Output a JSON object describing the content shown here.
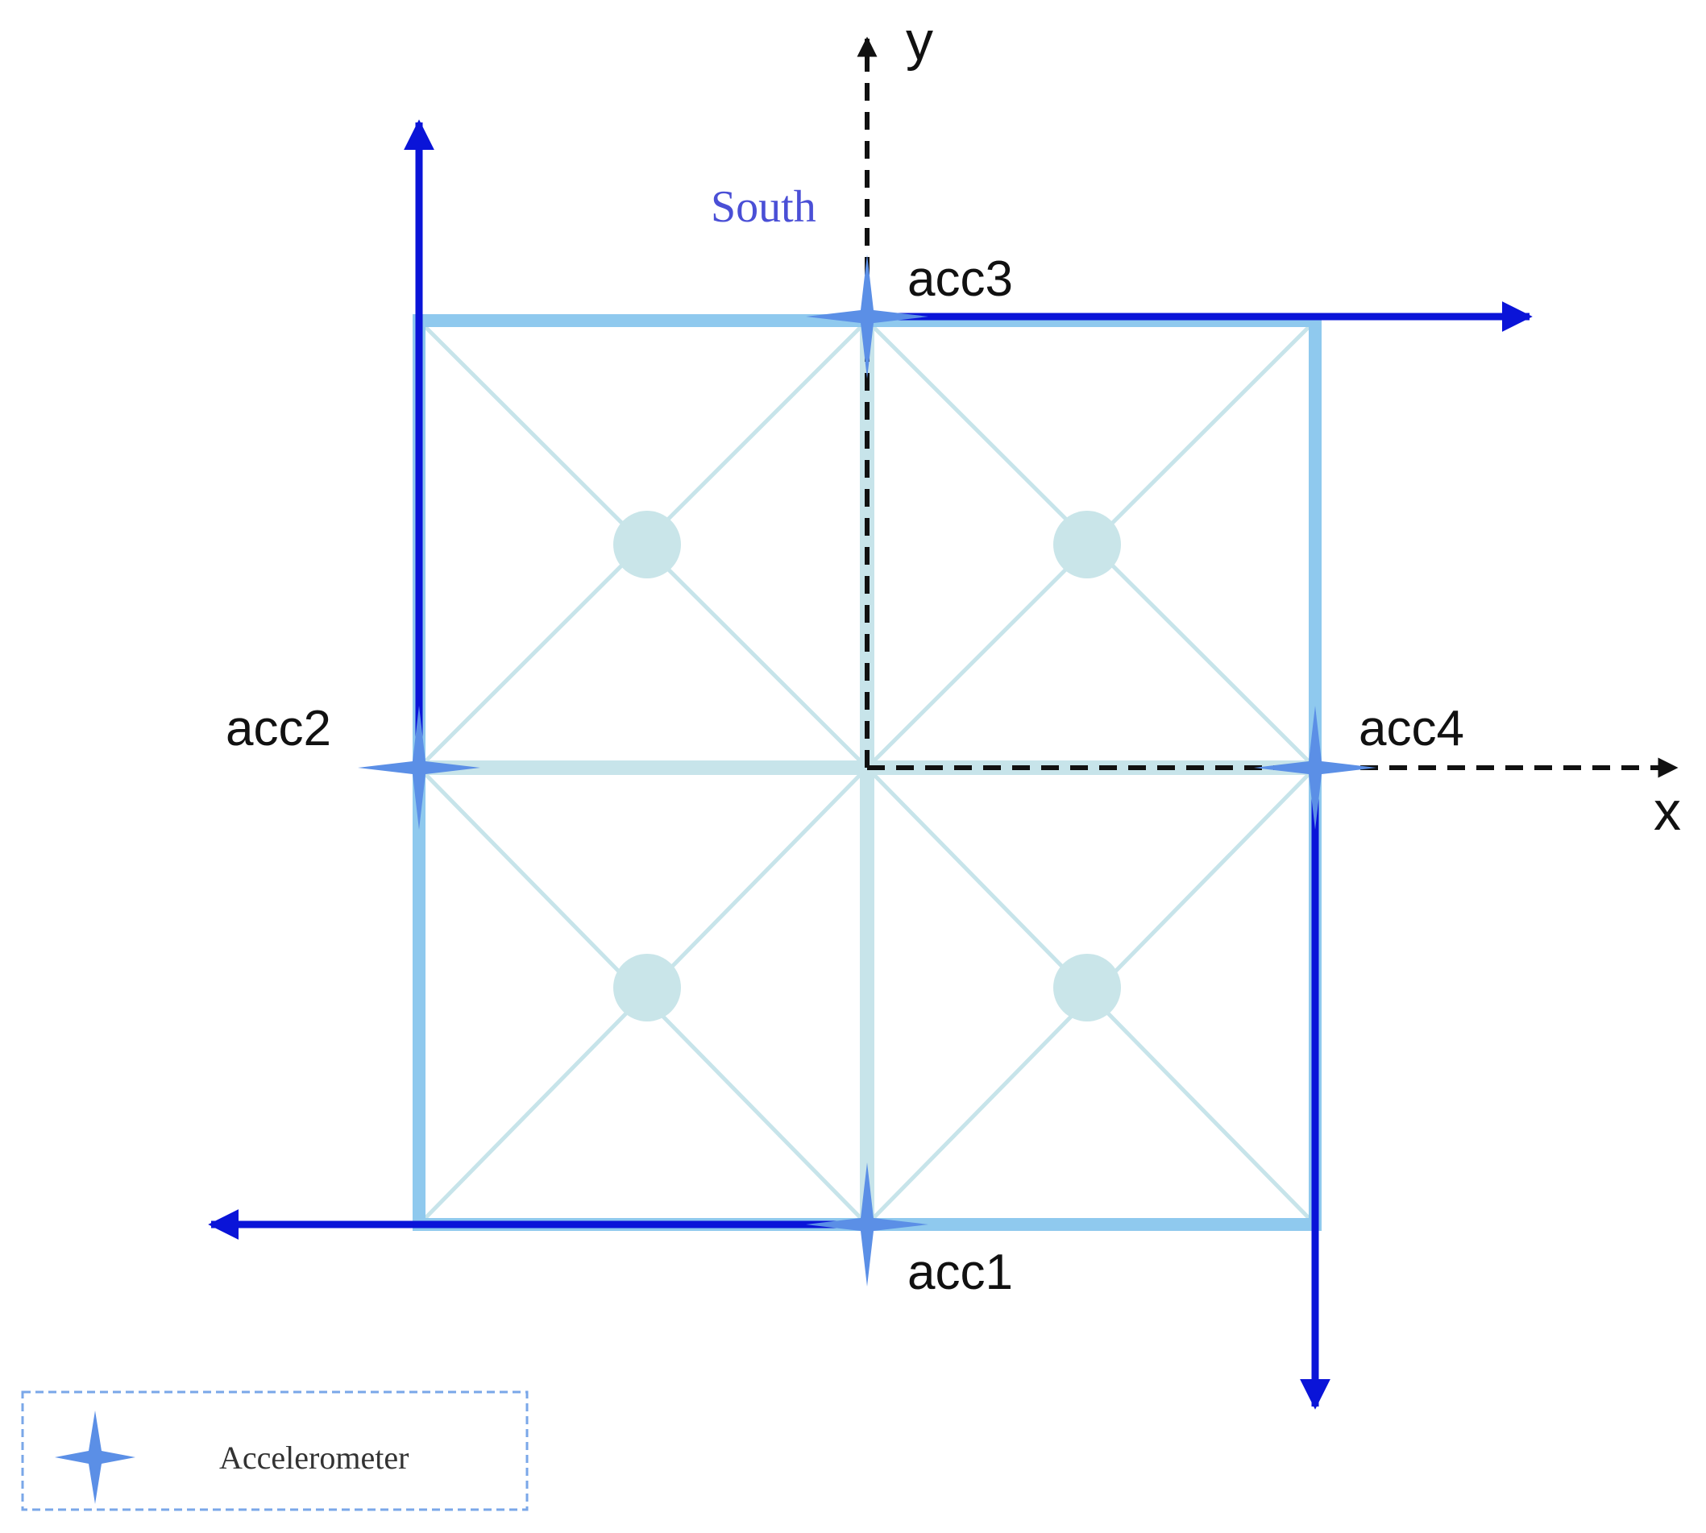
{
  "colors": {
    "frame": "#8FC9EE",
    "brace": "#C7E4EA",
    "node": "#C9E5E9",
    "arrow": "#0A14D8",
    "star": "#5B8FE6",
    "axis": "#111111",
    "south": "#4A4FD6",
    "legend_border": "#7AA7E8"
  },
  "axes": {
    "x_label": "x",
    "y_label": "y"
  },
  "direction_label": "South",
  "accelerometers": [
    {
      "label": "acc1"
    },
    {
      "label": "acc2"
    },
    {
      "label": "acc3"
    },
    {
      "label": "acc4"
    }
  ],
  "legend": {
    "icon": "star-icon",
    "label": "Accelerometer"
  }
}
